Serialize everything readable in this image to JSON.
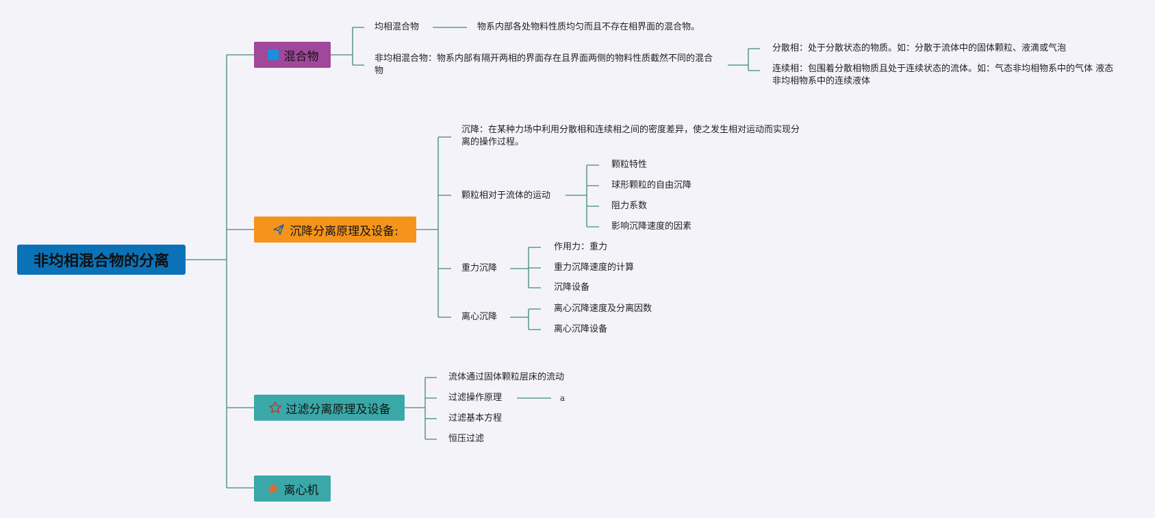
{
  "root": {
    "label": "非均相混合物的分离"
  },
  "branches": {
    "mixture": {
      "label": "混合物",
      "color": "#a0489a",
      "icon": "square-icon",
      "homogeneous": {
        "label": "均相混合物",
        "desc": "物系内部各处物料性质均匀而且不存在相界面的混合物。"
      },
      "heterogeneous": {
        "label": "非均相混合物：物系内部有隔开两相的界面存在且界面两侧的物料性质截然不同的混合物",
        "dispersed": "分散相：处于分散状态的物质。如：分散于流体中的固体颗粒、液滴或气泡",
        "continuous": "连续相：包围着分散相物质且处于连续状态的流体。如：气态非均相物系中的气体 液态非均相物系中的连续液体"
      }
    },
    "sedimentation": {
      "label": "沉降分离原理及设备:",
      "color": "#f5941b",
      "icon": "paper-plane-icon",
      "definition": "沉降：在某种力场中利用分散相和连续相之间的密度差异，使之发生相对运动而实现分离的操作过程。",
      "particle_motion": {
        "label": "颗粒相对于流体的运动",
        "items": [
          "颗粒特性",
          "球形颗粒的自由沉降",
          "阻力系数",
          "影响沉降速度的因素"
        ]
      },
      "gravity": {
        "label": "重力沉降",
        "items": [
          "作用力：重力",
          "重力沉降速度的计算",
          "沉降设备"
        ]
      },
      "centrifugal": {
        "label": "离心沉降",
        "items": [
          "离心沉降速度及分离因数",
          "离心沉降设备"
        ]
      }
    },
    "filtration": {
      "label": "过滤分离原理及设备",
      "color": "#3aa8a8",
      "icon": "star-outline-icon",
      "items": [
        "流体通过固体颗粒层床的流动",
        "过滤操作原理",
        "过滤基本方程",
        "恒压过滤"
      ],
      "principle_note": "a"
    },
    "centrifuge": {
      "label": "离心机",
      "color": "#3aa8a8",
      "icon": "star-icon"
    }
  },
  "colors": {
    "line": "#3f8a6c",
    "root": "#0c72b8"
  }
}
